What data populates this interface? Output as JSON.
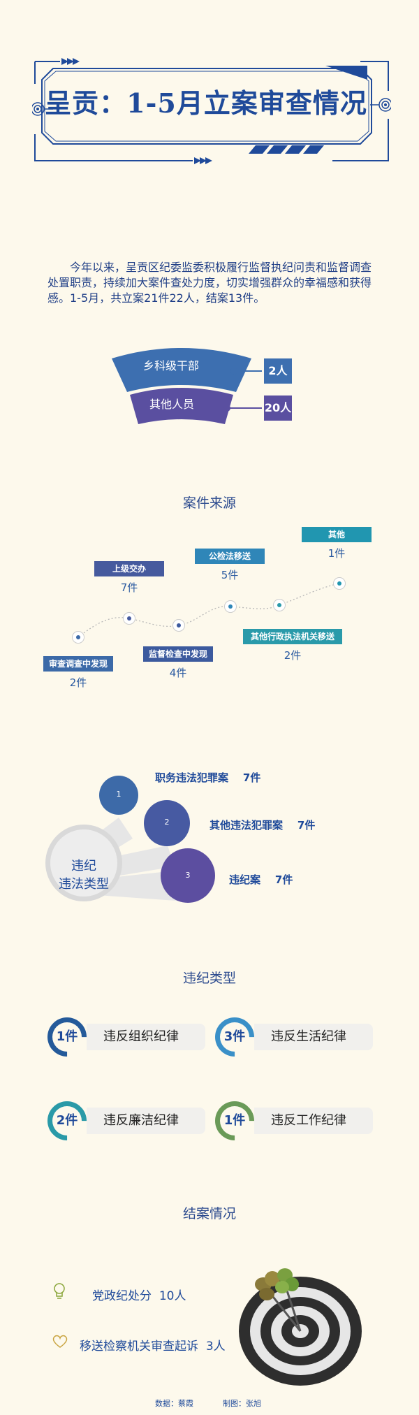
{
  "header": {
    "title": "呈贡：1-5月立案审查情况"
  },
  "intro": "今年以来，呈贡区纪委监委积极履行监督执纪问责和监督调查处置职责，持续加大案件查处力度，切实增强群众的幸福感和获得感。1-5月，共立案21件22人，结案13件。",
  "people": [
    {
      "label": "乡科级干部",
      "count": "2人",
      "color": "#3d6fb0"
    },
    {
      "label": "其他人员",
      "count": "20人",
      "color": "#5a4fa0"
    }
  ],
  "sources": {
    "title": "案件来源",
    "items": [
      {
        "label": "审查调查中发现",
        "value": "2件",
        "color": "#3c6aa8"
      },
      {
        "label": "上级交办",
        "value": "7件",
        "color": "#465a9e"
      },
      {
        "label": "监督检查中发现",
        "value": "4件",
        "color": "#3c5a9e"
      },
      {
        "label": "公检法移送",
        "value": "5件",
        "color": "#2f86b8"
      },
      {
        "label": "其他行政执法机关移送",
        "value": "2件",
        "color": "#2a9aaa"
      },
      {
        "label": "其他",
        "value": "1件",
        "color": "#2196b0"
      }
    ]
  },
  "crime": {
    "hub_line1": "违纪",
    "hub_line2": "违法类型",
    "items": [
      {
        "num": "1",
        "label": "职务违法犯罪案",
        "value": "7件",
        "color": "#3d6aa8"
      },
      {
        "num": "2",
        "label": "其他违法犯罪案",
        "value": "7件",
        "color": "#475aa2"
      },
      {
        "num": "3",
        "label": "违纪案",
        "value": "7件",
        "color": "#5c4ea0"
      }
    ]
  },
  "discipline": {
    "title": "违纪类型",
    "items": [
      {
        "count": "1件",
        "label": "违反组织纪律",
        "color": "#245a9a"
      },
      {
        "count": "3件",
        "label": "违反生活纪律",
        "color": "#3a90c8"
      },
      {
        "count": "2件",
        "label": "违反廉洁纪律",
        "color": "#2a9aa8"
      },
      {
        "count": "1件",
        "label": "违反工作纪律",
        "color": "#6a9a58"
      }
    ]
  },
  "closing": {
    "title": "结案情况",
    "items": [
      {
        "icon": "lightbulb-icon",
        "label": "党政纪处分",
        "value": "10人"
      },
      {
        "icon": "heart-icon",
        "label": "移送检察机关审查起诉",
        "value": "3人"
      }
    ]
  },
  "credits": {
    "data": "数据：蔡霞",
    "design": "制图：张旭"
  }
}
